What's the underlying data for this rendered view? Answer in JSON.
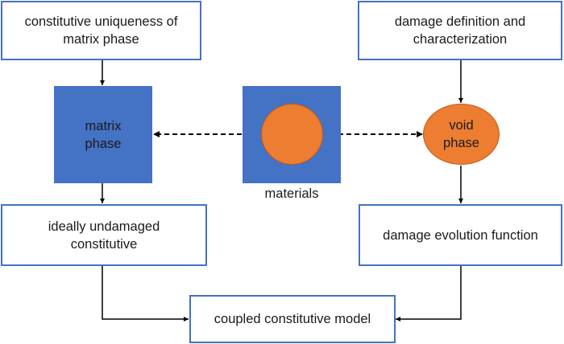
{
  "diagram": {
    "nodes": {
      "matrix_uniqueness": "constitutive uniqueness of\nmatrix phase",
      "damage_definition": "damage definition and\ncharacterization",
      "matrix_phase": "matrix\nphase",
      "materials": "materials",
      "void_phase": "void\nphase",
      "undamaged_constitutive": "ideally undamaged\nconstitutive",
      "damage_evolution": "damage evolution function",
      "coupled_model": "coupled constitutive model"
    },
    "edges": [
      {
        "from": "matrix_uniqueness",
        "to": "matrix_phase",
        "style": "solid"
      },
      {
        "from": "damage_definition",
        "to": "void_phase",
        "style": "solid"
      },
      {
        "from": "materials",
        "to": "matrix_phase",
        "style": "dashed"
      },
      {
        "from": "materials",
        "to": "void_phase",
        "style": "dashed"
      },
      {
        "from": "matrix_phase",
        "to": "undamaged_constitutive",
        "style": "solid"
      },
      {
        "from": "void_phase",
        "to": "damage_evolution",
        "style": "solid"
      },
      {
        "from": "undamaged_constitutive",
        "to": "coupled_model",
        "style": "solid"
      },
      {
        "from": "damage_evolution",
        "to": "coupled_model",
        "style": "solid"
      }
    ],
    "colors": {
      "box_border": "#4472c4",
      "matrix_fill": "#4472c4",
      "void_fill": "#ed7d31",
      "arrow": "#000000"
    }
  }
}
